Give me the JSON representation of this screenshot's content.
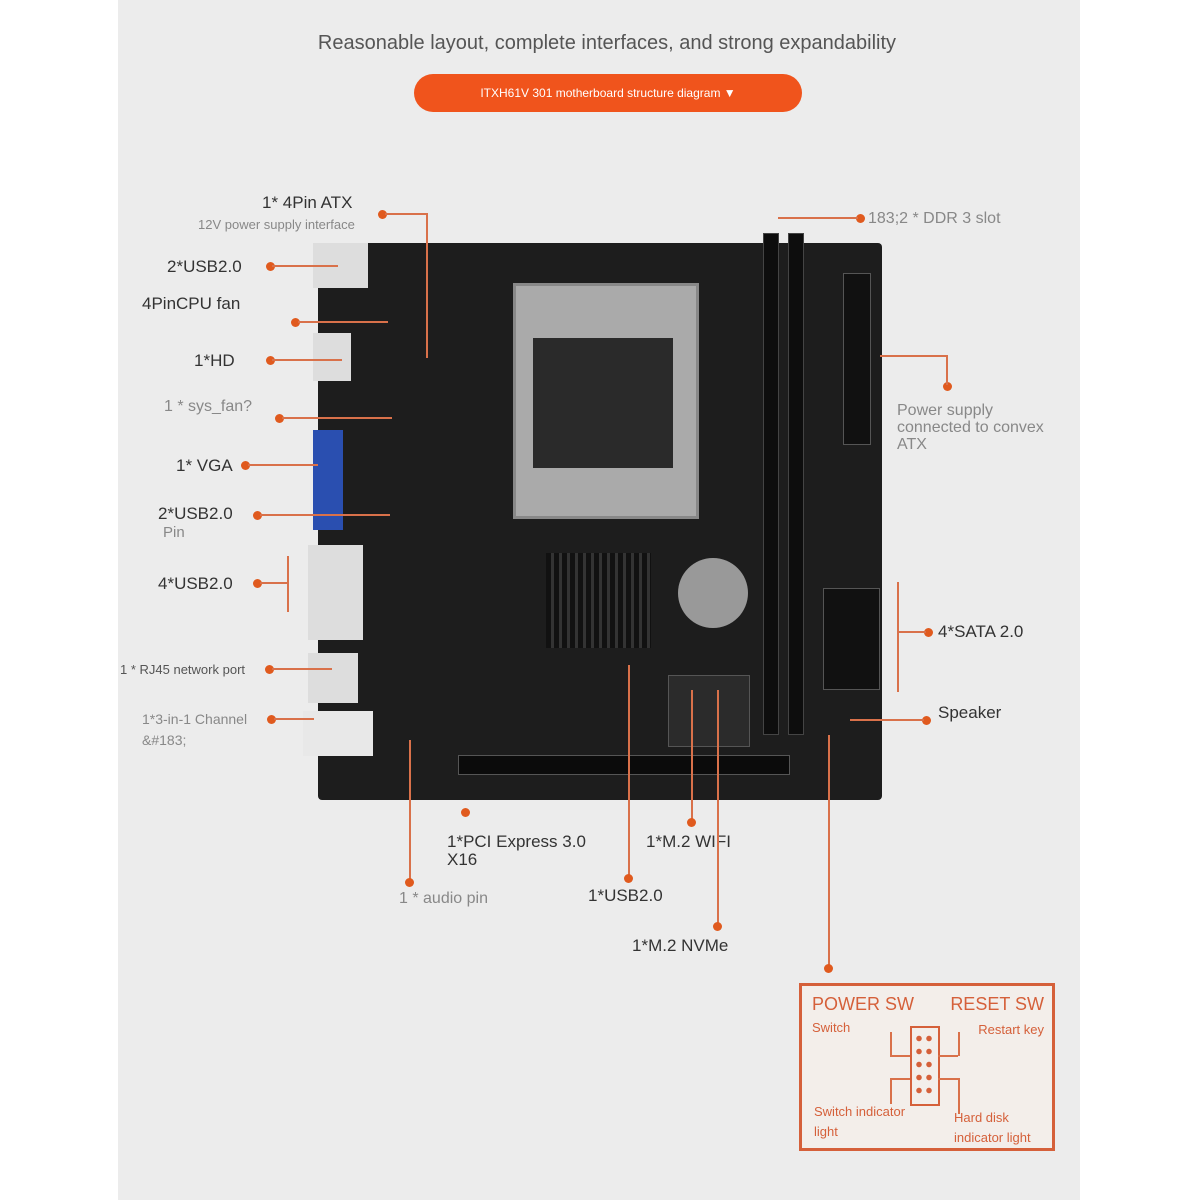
{
  "header": {
    "title": "Reasonable layout, complete interfaces, and strong expandability",
    "banner": "ITXH61V 301 motherboard structure diagram"
  },
  "labels": {
    "atx": "1* 4Pin ATX",
    "atx_sub": "12V power supply interface",
    "usb_top": "2*USB2.0",
    "cpu_fan": "4PinCPU fan",
    "hd": "1*HD",
    "sys_fan": "1 * sys_fan?",
    "vga": "1* VGA",
    "usb_pin": "2*USB2.0",
    "usb_pin_sub": "Pin",
    "usb4": "4*USB2.0",
    "rj45": "1 * RJ45 network port",
    "audio3": "1*3-in-1 Channel",
    "audio3_sub": "&#183;",
    "ddr": "183;2 * DDR 3 slot",
    "power": "Power supply connected to convex ATX",
    "sata": "4*SATA 2.0",
    "speaker": "Speaker",
    "pcie": "1*PCI Express 3.0 X16",
    "audio_pin": "1 * audio pin",
    "usb_bottom": "1*USB2.0",
    "wifi": "1*M.2 WIFI",
    "nvme": "1*M.2 NVMe"
  },
  "panel": {
    "power_sw": "POWER SW",
    "power_sub": "Switch",
    "reset_sw": "RESET SW",
    "reset_sub": "Restart key",
    "switch_led": "Switch indicator light",
    "hdd_led": "Hard disk indicator light"
  },
  "colors": {
    "accent": "#f0541c",
    "board": "#1d1d1d",
    "vga": "#2a4fb0"
  }
}
